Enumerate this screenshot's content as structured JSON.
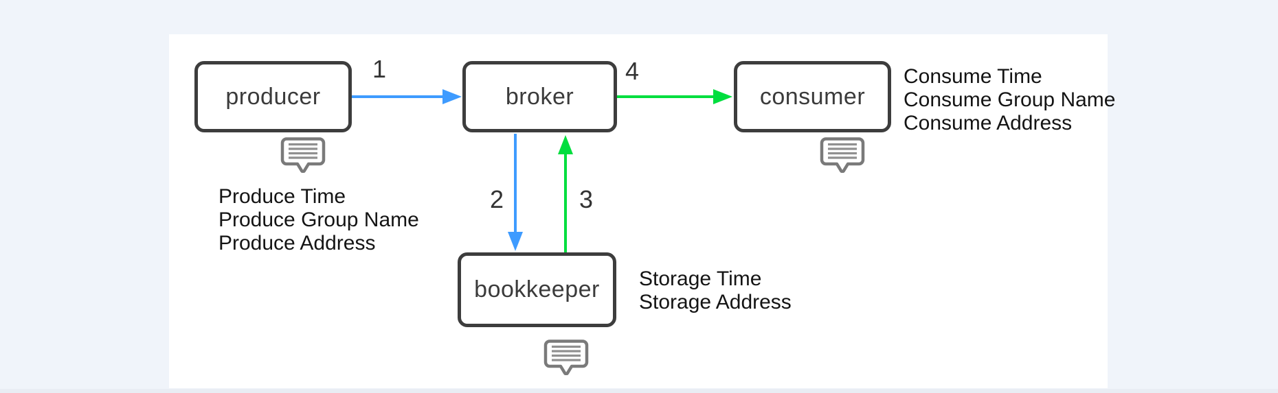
{
  "diagram": {
    "description": "message flow diagram"
  },
  "nodes": {
    "producer": {
      "label": "producer"
    },
    "broker": {
      "label": "broker"
    },
    "consumer": {
      "label": "consumer"
    },
    "bookkeeper": {
      "label": "bookkeeper"
    }
  },
  "arrows": {
    "produce": {
      "label": "1",
      "from": "producer",
      "to": "broker",
      "color": "#3e9bff"
    },
    "store": {
      "label": "2",
      "from": "broker",
      "to": "bookkeeper",
      "color": "#3e9bff"
    },
    "store_ack": {
      "label": "3",
      "from": "bookkeeper",
      "to": "broker",
      "color": "#00de3e"
    },
    "consume": {
      "label": "4",
      "from": "broker",
      "to": "consumer",
      "color": "#00de3e"
    }
  },
  "annotations": {
    "produce": {
      "lines": [
        "Produce Time",
        "Produce Group Name",
        "Produce Address"
      ]
    },
    "consume": {
      "lines": [
        "Consume Time",
        "Consume Group Name",
        "Consume Address"
      ]
    },
    "storage": {
      "lines": [
        "Storage Time",
        "Storage Address"
      ]
    }
  },
  "icons": {
    "producer": "comment-bubble-icon",
    "consumer": "comment-bubble-icon",
    "bookkeeper": "comment-bubble-icon"
  },
  "colors": {
    "arrow_blue": "#3e9bff",
    "arrow_green": "#00de3e",
    "box_border": "#3d3d3d",
    "box_text": "#3b3b3b",
    "note_text": "#141414",
    "number_text": "#333333",
    "panel_bg": "#ffffff",
    "background": "#f0f4fa",
    "icon_stroke": "#7a7a7a",
    "icon_lines": "#909090"
  }
}
